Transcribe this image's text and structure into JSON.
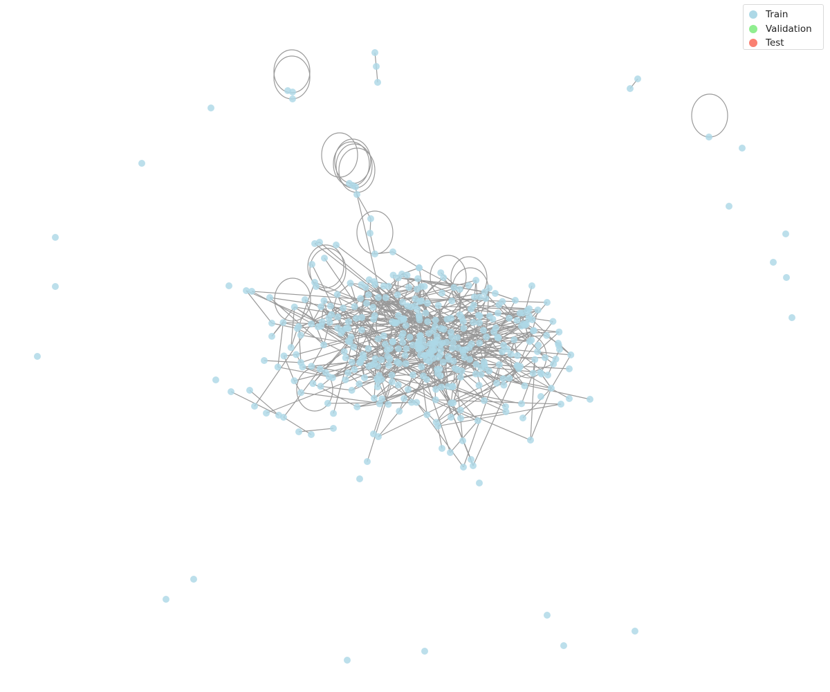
{
  "legend": [
    {
      "label": "Train",
      "color": "#add8e6"
    },
    {
      "label": "Validation",
      "color": "#90ee90"
    },
    {
      "label": "Test",
      "color": "#fa8072"
    }
  ],
  "colors": {
    "edge": "#999999",
    "train_node": "#add8e6"
  }
}
